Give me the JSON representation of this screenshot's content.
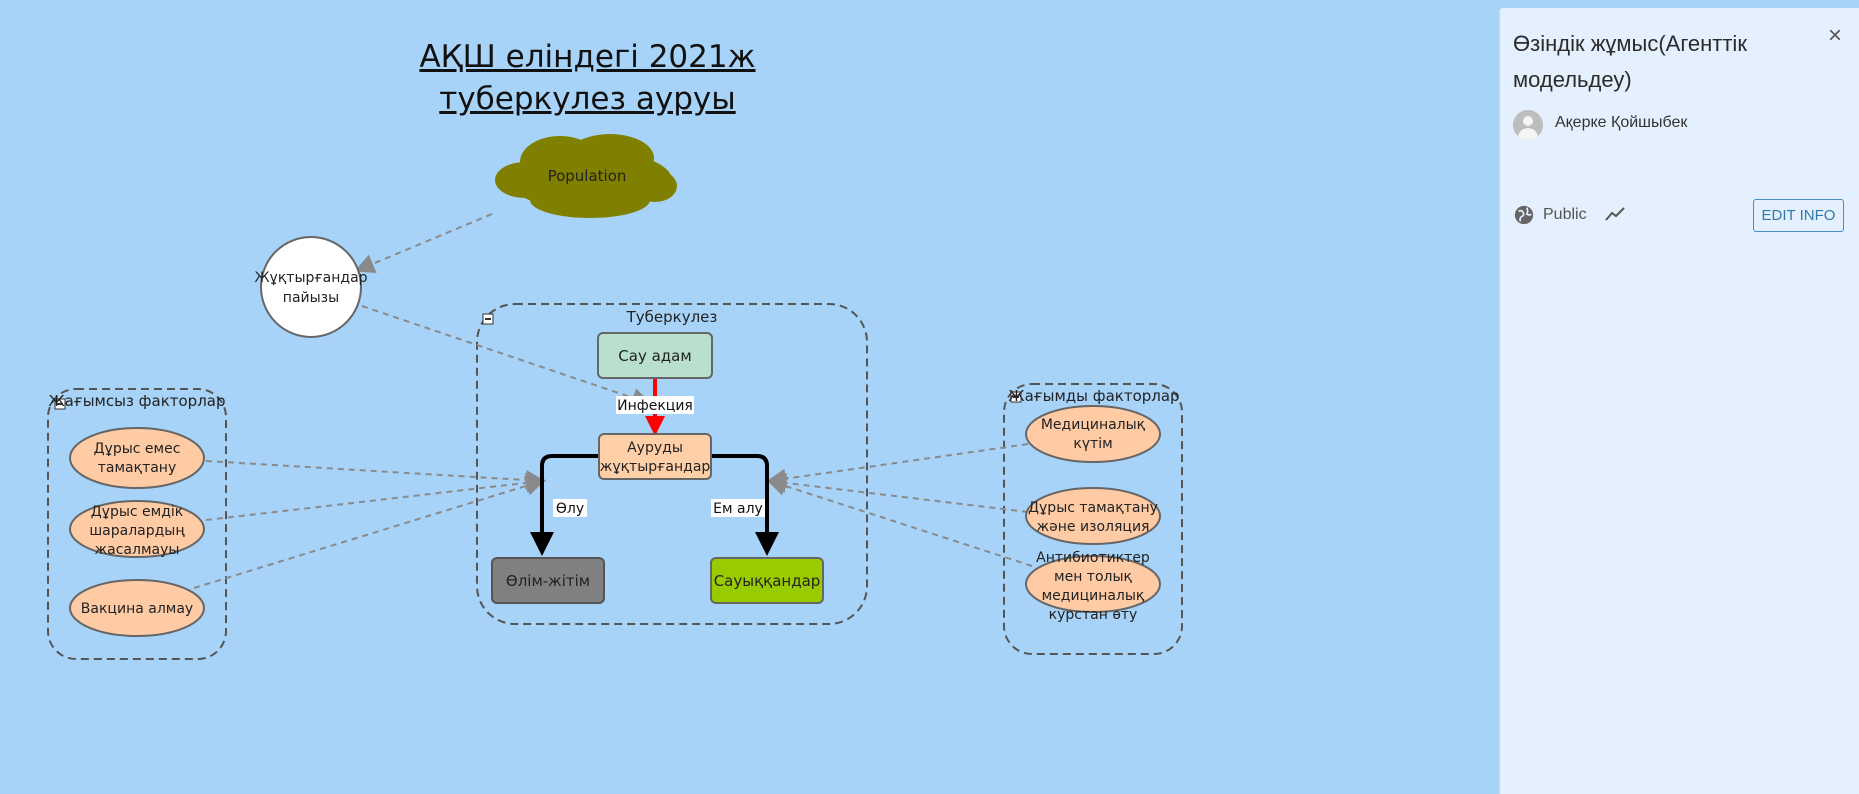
{
  "diagram": {
    "title": "АҚШ еліндегі 2021ж туберкулез ауруы",
    "population": "Population",
    "contact_rate": "Жұқтырғандар пайызы",
    "folders": {
      "tb": "Туберкулез",
      "negative": "Жағымсыз факторлар",
      "positive": "Жағымды факторлар"
    },
    "stocks": {
      "healthy": "Сау адам",
      "infected": "Ауруды жұқтырғандар",
      "dead": "Өлім-жітім",
      "recovered": "Сауыққандар"
    },
    "flows": {
      "infection": "Инфекция",
      "death": "Өлу",
      "treatment": "Ем алу"
    },
    "negative_factors": [
      "Дұрыс емес тамақтану",
      "Дұрыс емдік шаралардың жасалмауы",
      "Вакцина алмау"
    ],
    "positive_factors": [
      "Медициналық күтім",
      "Дұрыс тамақтану және изоляция",
      "Антибиотиктер мен толық медициналық курстан өту"
    ],
    "colors": {
      "background": "#a6d3f7",
      "population_cloud": "#808000",
      "healthy": "#b8e0cc",
      "infected": "#ffd0a8",
      "dead": "#808080",
      "recovered": "#99cc00",
      "factor": "#ffcba4",
      "infection_flow": "#ff0000"
    }
  },
  "panel": {
    "title": "Өзіндік жұмыс(Агенттік модельдеу)",
    "author": "Ақерке Қойшыбек",
    "visibility": "Public",
    "edit_label": "EDIT INFO",
    "close_icon": "×"
  }
}
